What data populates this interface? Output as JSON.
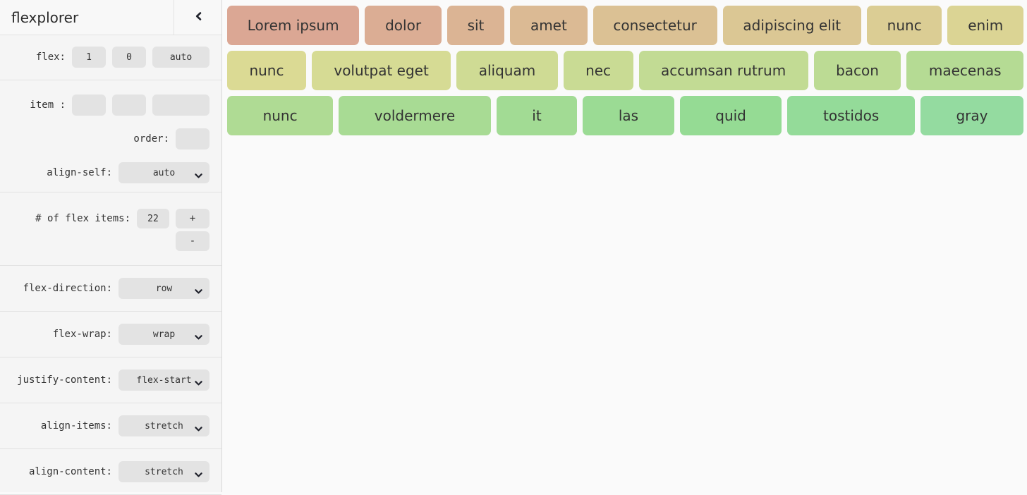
{
  "header": {
    "title": "flexplorer",
    "collapse_icon": "chevron-left"
  },
  "icons": {
    "collapse": "chevron-left",
    "select_arrow": "chevron-down"
  },
  "colors": {
    "sidebar_bg": "#f5f5f5",
    "main_bg": "#fafafa",
    "control_bg": "#e3e3e3",
    "divider": "#e2e2e2",
    "text": "#333333"
  },
  "sidebar": {
    "flex_row": {
      "label": "flex:",
      "values": [
        "1",
        "0",
        "auto"
      ]
    },
    "item_row": {
      "label": "item :",
      "values": [
        "",
        "",
        ""
      ]
    },
    "order_row": {
      "label": "order:",
      "value": ""
    },
    "align_self": {
      "label": "align-self:",
      "value": "auto"
    },
    "flex_items_count": {
      "label": "# of flex items:",
      "value": "22",
      "increment_label": "+",
      "decrement_label": "-"
    },
    "flex_direction": {
      "label": "flex-direction:",
      "value": "row"
    },
    "flex_wrap": {
      "label": "flex-wrap:",
      "value": "wrap"
    },
    "justify_content": {
      "label": "justify-content:",
      "value": "flex-start"
    },
    "align_items": {
      "label": "align-items:",
      "value": "stretch"
    },
    "align_content": {
      "label": "align-content:",
      "value": "stretch"
    }
  },
  "flex_items": {
    "rows": [
      [
        {
          "label": "Lorem ipsum",
          "color": "#dba794"
        },
        {
          "label": "dolor",
          "color": "#dbad94"
        },
        {
          "label": "sit",
          "color": "#dbb494"
        },
        {
          "label": "amet",
          "color": "#dbba94"
        },
        {
          "label": "consectetur",
          "color": "#dbc194"
        },
        {
          "label": "adipiscing elit",
          "color": "#dbc794"
        },
        {
          "label": "nunc",
          "color": "#dbcd94"
        },
        {
          "label": "enim",
          "color": "#dbd494"
        }
      ],
      [
        {
          "label": "nunc",
          "color": "#dbda94"
        },
        {
          "label": "volutpat eget",
          "color": "#d6db94"
        },
        {
          "label": "aliquam",
          "color": "#cfdb94"
        },
        {
          "label": "nec",
          "color": "#c9db94"
        },
        {
          "label": "accumsan rutrum",
          "color": "#c2db94"
        },
        {
          "label": "bacon",
          "color": "#bcdb94"
        },
        {
          "label": "maecenas",
          "color": "#b5db94"
        }
      ],
      [
        {
          "label": "nunc",
          "color": "#afdb94"
        },
        {
          "label": "voldermere",
          "color": "#a8db94"
        },
        {
          "label": "it",
          "color": "#a2db94"
        },
        {
          "label": "las",
          "color": "#9bdb94"
        },
        {
          "label": "quid",
          "color": "#95db94"
        },
        {
          "label": "tostidos",
          "color": "#94db99"
        },
        {
          "label": "gray",
          "color": "#94dba0"
        }
      ]
    ]
  }
}
